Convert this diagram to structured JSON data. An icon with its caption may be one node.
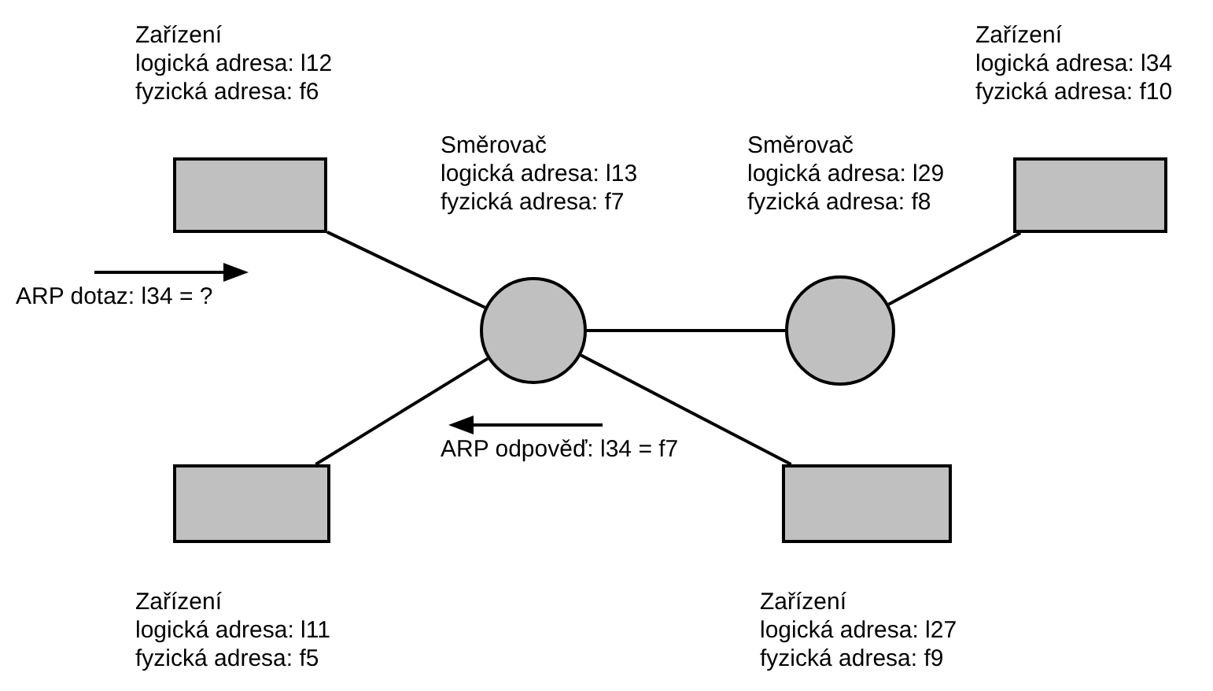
{
  "diagram": {
    "nodes": [
      {
        "text": [],
        "shape": "box",
        "beside": [
          "Zařízení",
          "logická adresa: l12",
          "fyzická adresa: f6"
        ]
      },
      {
        "text": [],
        "shape": "box",
        "beside": [
          "Zařízení",
          "logická adresa: l34",
          "fyzická adresa: f10"
        ]
      },
      {
        "text": [],
        "shape": "circle",
        "beside": [
          "Směrovač",
          "logická adresa: l13",
          "fyzická adresa: f7"
        ]
      },
      {
        "text": [],
        "shape": "circle",
        "beside": [
          "Směrovač",
          "logická adresa: l29",
          "fyzická adresa: f8"
        ]
      },
      {
        "text": [],
        "shape": "box",
        "beside": [
          "Zařízení",
          "logická adresa: l11",
          "fyzická adresa: f5"
        ]
      },
      {
        "text": [],
        "shape": "box",
        "beside": [
          "Zařízení",
          "logická adresa: l27",
          "fyzická adresa: f9"
        ]
      }
    ],
    "edges": [
      {
        "from": 0,
        "to": 2,
        "arrow": "none"
      },
      {
        "from": 2,
        "to": 3,
        "arrow": "none"
      },
      {
        "from": 3,
        "to": 1,
        "arrow": "none"
      },
      {
        "from": 2,
        "to": 4,
        "arrow": "none"
      },
      {
        "from": 2,
        "to": 5,
        "arrow": "none"
      }
    ],
    "labels": [
      "ARP dotaz: l34 = ?",
      "ARP odpověď: l34 = f7"
    ]
  }
}
